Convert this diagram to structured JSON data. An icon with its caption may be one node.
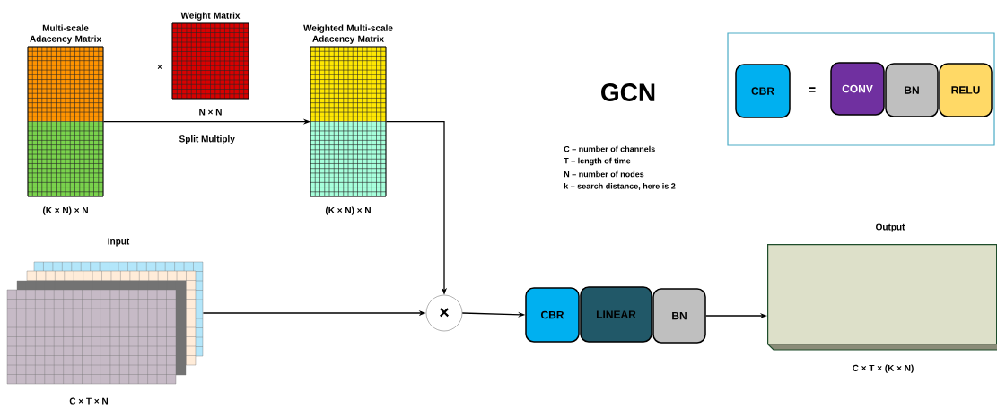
{
  "diagram": {
    "title": "GCN",
    "nodes": [
      {
        "text": [
          "Multi-scale Adacency Matrix"
        ],
        "beside": [
          "(K × N) × N"
        ]
      },
      {
        "text": [
          "Weight Matrix"
        ],
        "beside": [
          "N × N"
        ]
      },
      {
        "text": [
          "Weighted Multi-scale Adacency Matrix"
        ],
        "beside": [
          "(K × N) × N"
        ]
      },
      {
        "text": [
          "Input"
        ],
        "beside": [
          "C × T × N"
        ]
      },
      {
        "text": [
          "×"
        ]
      },
      {
        "text": [
          "CBR"
        ]
      },
      {
        "text": [
          "LINEAR"
        ]
      },
      {
        "text": [
          "BN"
        ]
      },
      {
        "text": [
          "Output"
        ],
        "beside": [
          "C × T × (K × N)"
        ]
      },
      {
        "text": [],
        "shape": "box"
      },
      {
        "text": [
          "CBR"
        ],
        "in": 9
      },
      {
        "text": [
          "CONV"
        ],
        "in": 9
      },
      {
        "text": [
          "BN"
        ],
        "in": 9
      },
      {
        "text": [
          "RELU"
        ],
        "in": 9
      }
    ],
    "edges": [
      {
        "from": 0,
        "to": 2,
        "arrow": "to",
        "label": "Split Multiply"
      },
      {
        "from": 2,
        "to": 4,
        "arrow": "to"
      },
      {
        "from": 3,
        "to": 4,
        "arrow": "to"
      },
      {
        "from": 4,
        "to": 5,
        "arrow": "to"
      },
      {
        "from": 7,
        "to": 8,
        "arrow": "to"
      }
    ],
    "labels": [
      "×",
      "=",
      "C – number of channels",
      "T – length of time",
      "N – number of nodes",
      "k – search distance, here is 2"
    ]
  }
}
